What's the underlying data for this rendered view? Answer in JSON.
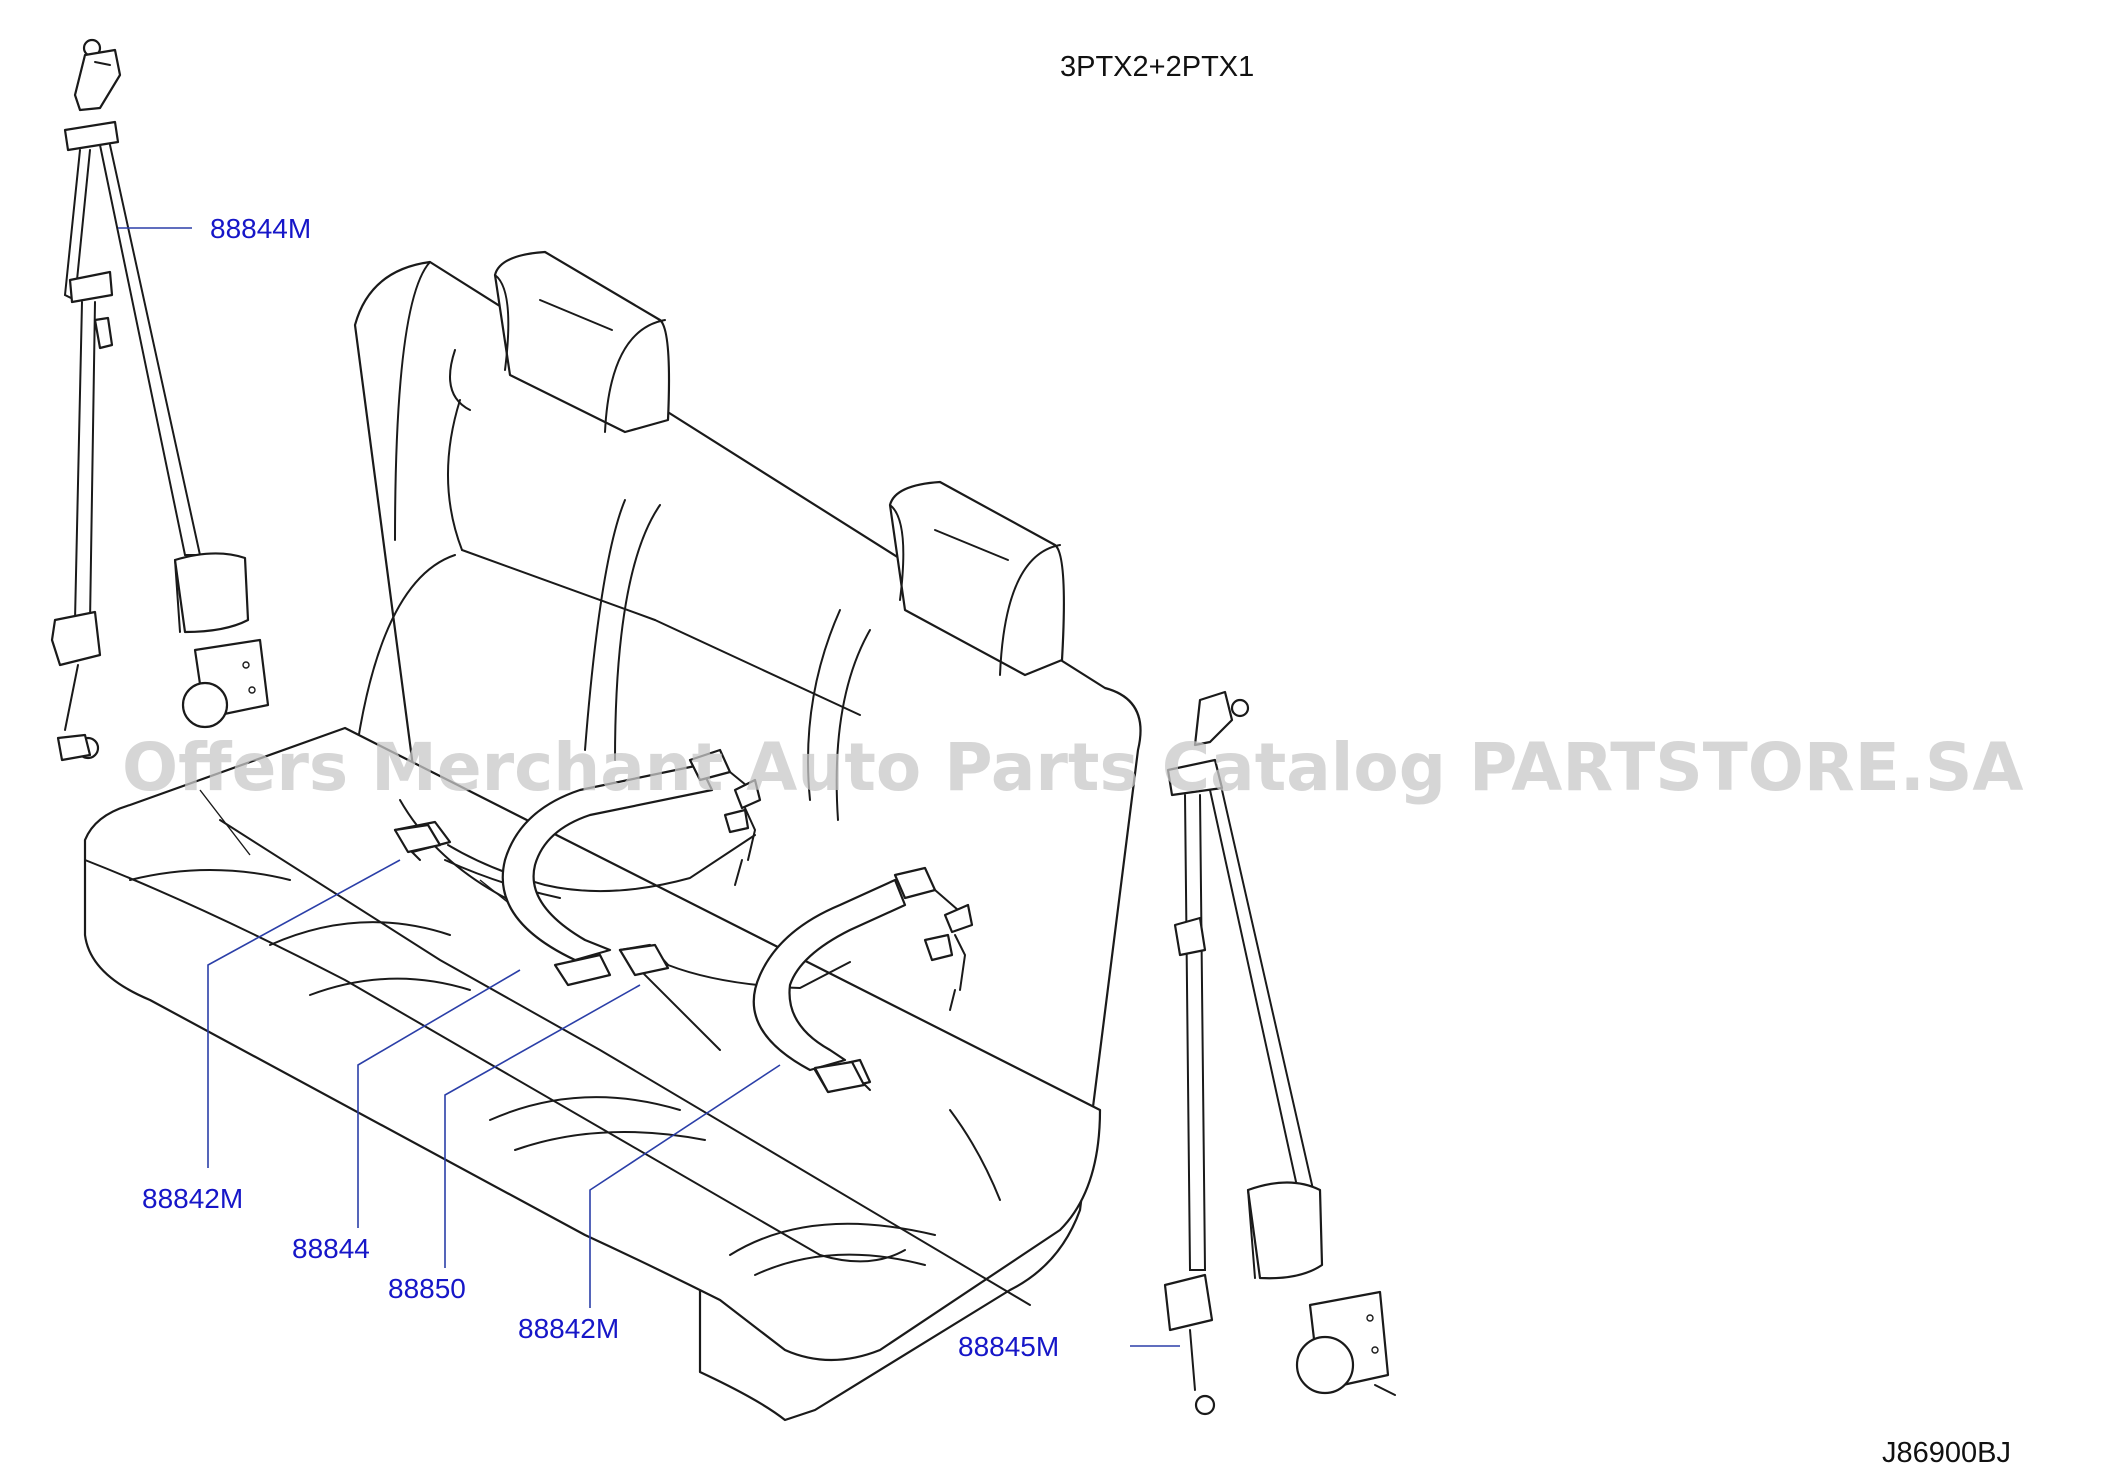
{
  "header": {
    "config_label": "3PTX2+2PTX1"
  },
  "footer": {
    "diagram_code": "J86900BJ"
  },
  "watermark": {
    "text": "Offers Merchant Auto Parts Catalog PARTSTORE.SA"
  },
  "colors": {
    "callout": "#1616c8",
    "leader": "#2b3fa8",
    "outline": "#1a1a1a",
    "watermark": "#c8c8c8"
  },
  "callouts": [
    {
      "id": "88844M-left",
      "label": "88844M",
      "part": "rear left 3-point seat belt"
    },
    {
      "id": "88842M-left",
      "label": "88842M",
      "part": "buckle"
    },
    {
      "id": "88844",
      "label": "88844",
      "part": "center lap belt"
    },
    {
      "id": "88850",
      "label": "88850",
      "part": "buckle"
    },
    {
      "id": "88842M-right",
      "label": "88842M",
      "part": "buckle"
    },
    {
      "id": "88845M",
      "label": "88845M",
      "part": "rear right 3-point seat belt"
    }
  ]
}
